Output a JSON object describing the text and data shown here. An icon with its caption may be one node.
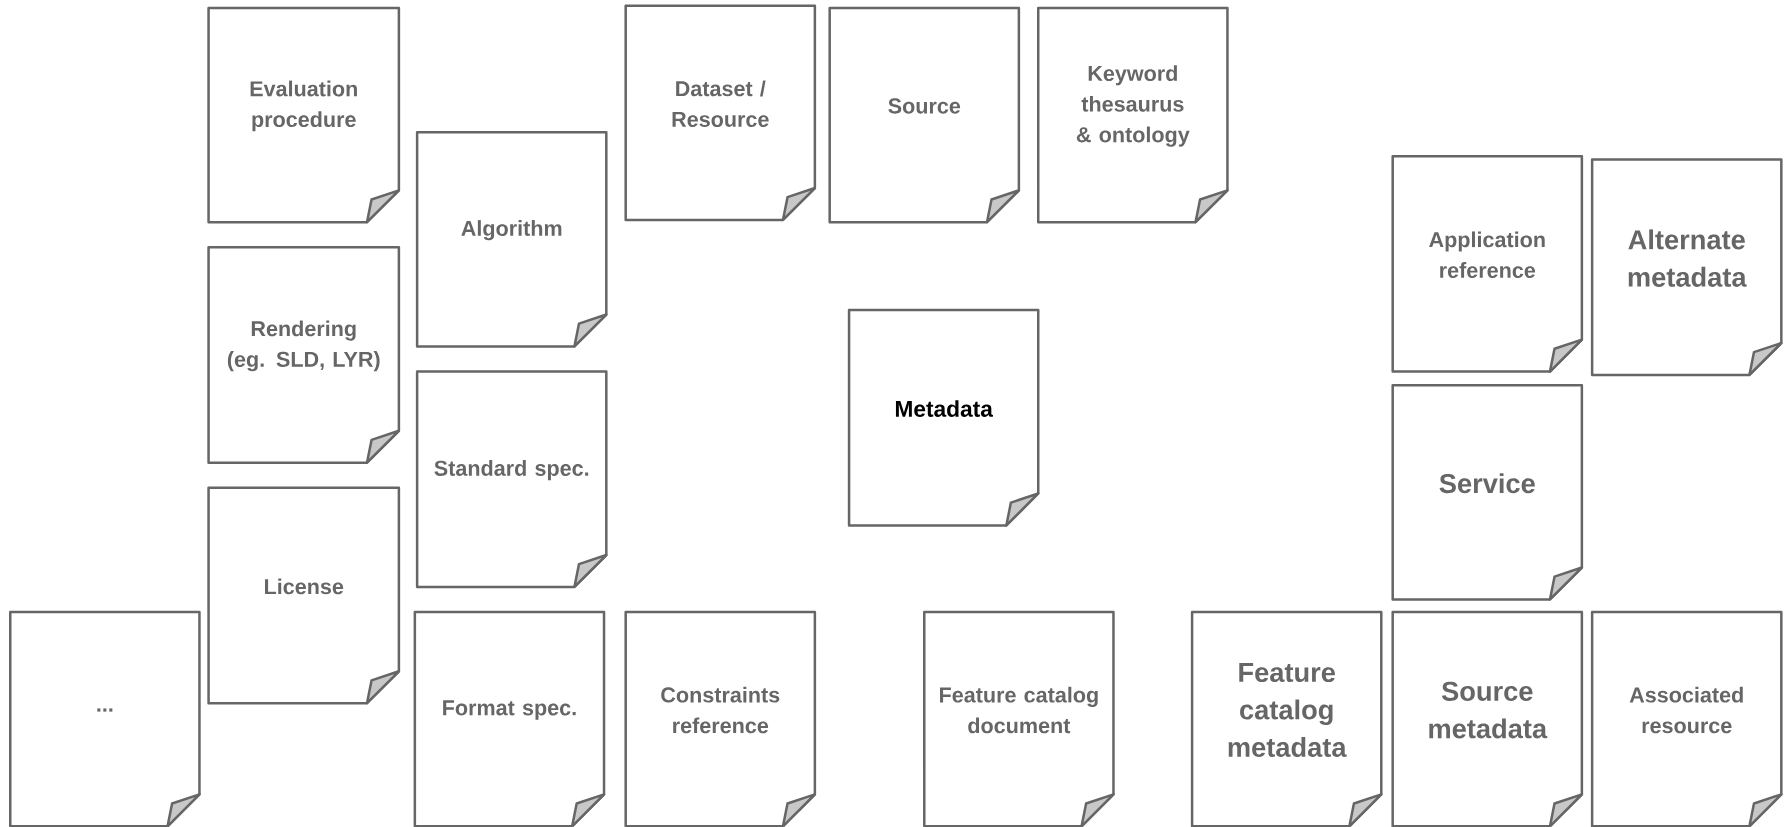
{
  "diagram": {
    "nodes": [
      {
        "text": [
          "Evaluation procedure"
        ]
      },
      {
        "text": [
          "Algorithm"
        ]
      },
      {
        "text": [
          "Dataset / Resource"
        ]
      },
      {
        "text": [
          "Source"
        ]
      },
      {
        "text": [
          "Keyword thesaurus & ontology"
        ]
      },
      {
        "text": [
          "Rendering (eg. SLD, LYR)"
        ]
      },
      {
        "text": [
          "Application reference"
        ]
      },
      {
        "text": [
          "Alternate metadata"
        ]
      },
      {
        "text": [
          "Metadata"
        ]
      },
      {
        "text": [
          "Standard spec."
        ]
      },
      {
        "text": [
          "Service"
        ]
      },
      {
        "text": [
          "License"
        ]
      },
      {
        "text": [
          "..."
        ]
      },
      {
        "text": [
          "Format spec."
        ]
      },
      {
        "text": [
          "Constraints reference"
        ]
      },
      {
        "text": [
          "Feature catalog document"
        ]
      },
      {
        "text": [
          "Feature catalog metadata"
        ]
      },
      {
        "text": [
          "Source metadata"
        ]
      },
      {
        "text": [
          "Associated resource"
        ]
      }
    ]
  }
}
